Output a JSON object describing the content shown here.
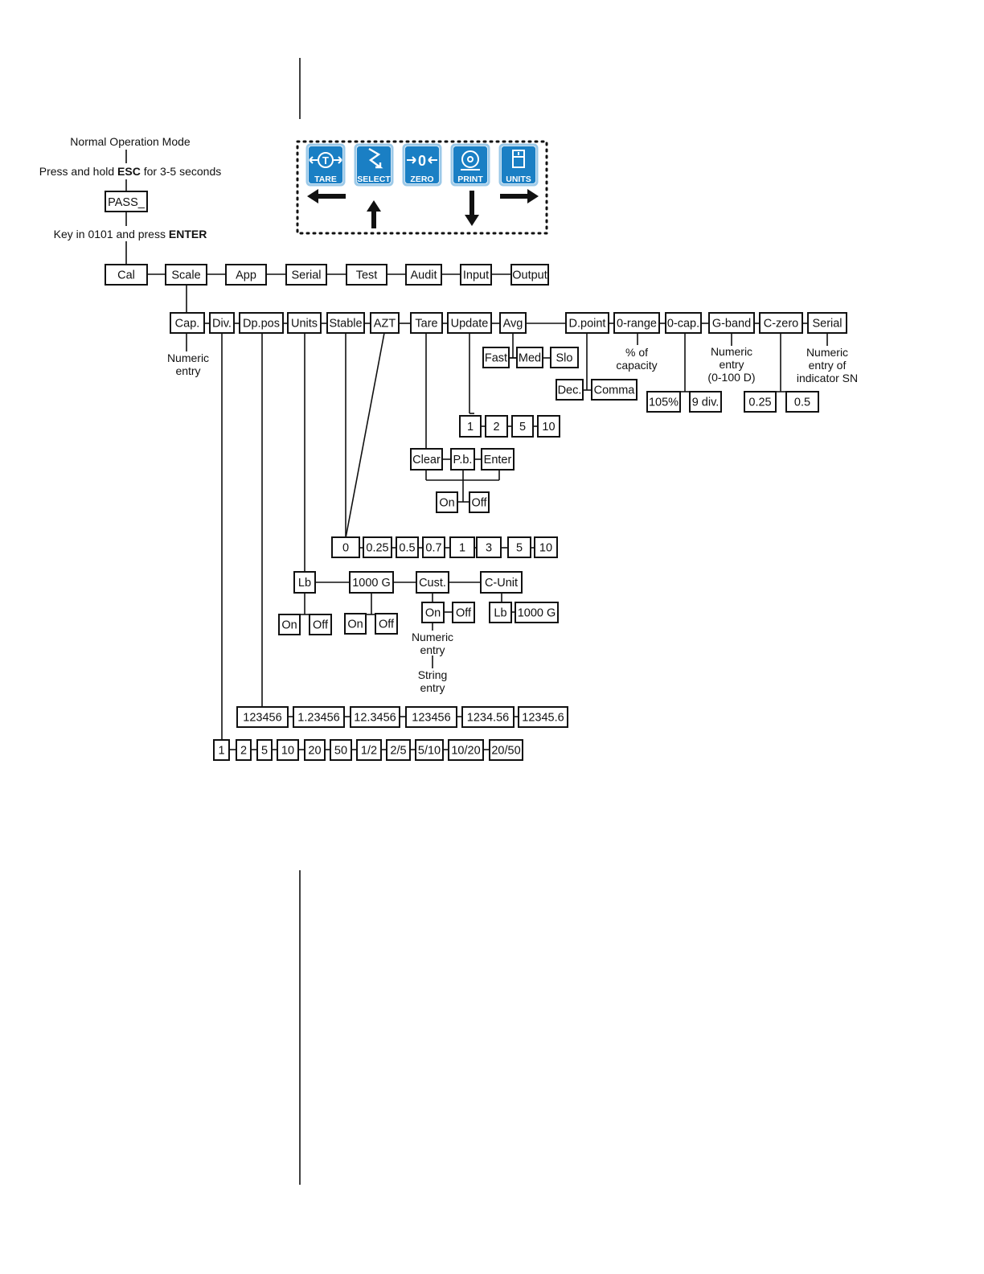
{
  "intro": {
    "mode": "Normal Operation Mode",
    "hold_pre": "Press and hold ",
    "hold_key": "ESC",
    "hold_post": " for 3-5 seconds",
    "pass": "PASS_",
    "key_pre": "Key in 0101 and press ",
    "key_key": "ENTER"
  },
  "keys": [
    {
      "label": "TARE",
      "icon": "tare-icon"
    },
    {
      "label": "SELECT",
      "icon": "select-icon"
    },
    {
      "label": "ZERO",
      "icon": "zero-icon"
    },
    {
      "label": "PRINT",
      "icon": "print-icon"
    },
    {
      "label": "UNITS",
      "icon": "units-icon"
    }
  ],
  "key_arrows": [
    "left-arrow-icon",
    "up-arrow-icon",
    "down-arrow-icon",
    "right-arrow-icon"
  ],
  "menu": [
    "Cal",
    "Scale",
    "App",
    "Serial",
    "Test",
    "Audit",
    "Input",
    "Output"
  ],
  "scale": [
    "Cap.",
    "Div.",
    "Dp.pos",
    "Units",
    "Stable",
    "AZT",
    "Tare",
    "Update",
    "Avg",
    "D.point",
    "0-range",
    "0-cap.",
    "G-band",
    "C-zero",
    "Serial"
  ],
  "notes": {
    "cap": [
      "Numeric",
      "entry"
    ],
    "zero_range": [
      "%  of",
      "capacity"
    ],
    "g_band": [
      "Numeric",
      "entry",
      "(0-100 D)"
    ],
    "serial": [
      "Numeric",
      "entry of",
      "indicator SN"
    ],
    "cust_numeric": [
      "Numeric",
      "entry"
    ],
    "cust_string": [
      "String",
      "entry"
    ]
  },
  "avg": [
    "Fast",
    "Med",
    "Slo"
  ],
  "dpoint": [
    "Dec.",
    "Comma"
  ],
  "zerocap": [
    "105%",
    "9 div."
  ],
  "czero": [
    "0.25",
    "0.5"
  ],
  "update": [
    "1",
    "2",
    "5",
    "10"
  ],
  "tare": [
    "Clear",
    "P.b.",
    "Enter"
  ],
  "tare_onoff": [
    "On",
    "Off"
  ],
  "stable_azt": [
    "0",
    "0.25",
    "0.5",
    "0.7",
    "1",
    "3",
    "5",
    "10"
  ],
  "units": [
    "Lb",
    "1000 G",
    "Cust.",
    "C-Unit"
  ],
  "lb_onoff": [
    "On",
    "Off"
  ],
  "g_onoff": [
    "On",
    "Off"
  ],
  "cust_onoff": [
    "On",
    "Off"
  ],
  "cunit": [
    "Lb",
    "1000 G"
  ],
  "dppos": [
    "123456",
    "1.23456",
    "12.3456",
    "123456",
    "1234.56",
    "12345.6"
  ],
  "div": [
    "1",
    "2",
    "5",
    "10",
    "20",
    "50",
    "1/2",
    "2/5",
    "5/10",
    "10/20",
    "20/50"
  ]
}
